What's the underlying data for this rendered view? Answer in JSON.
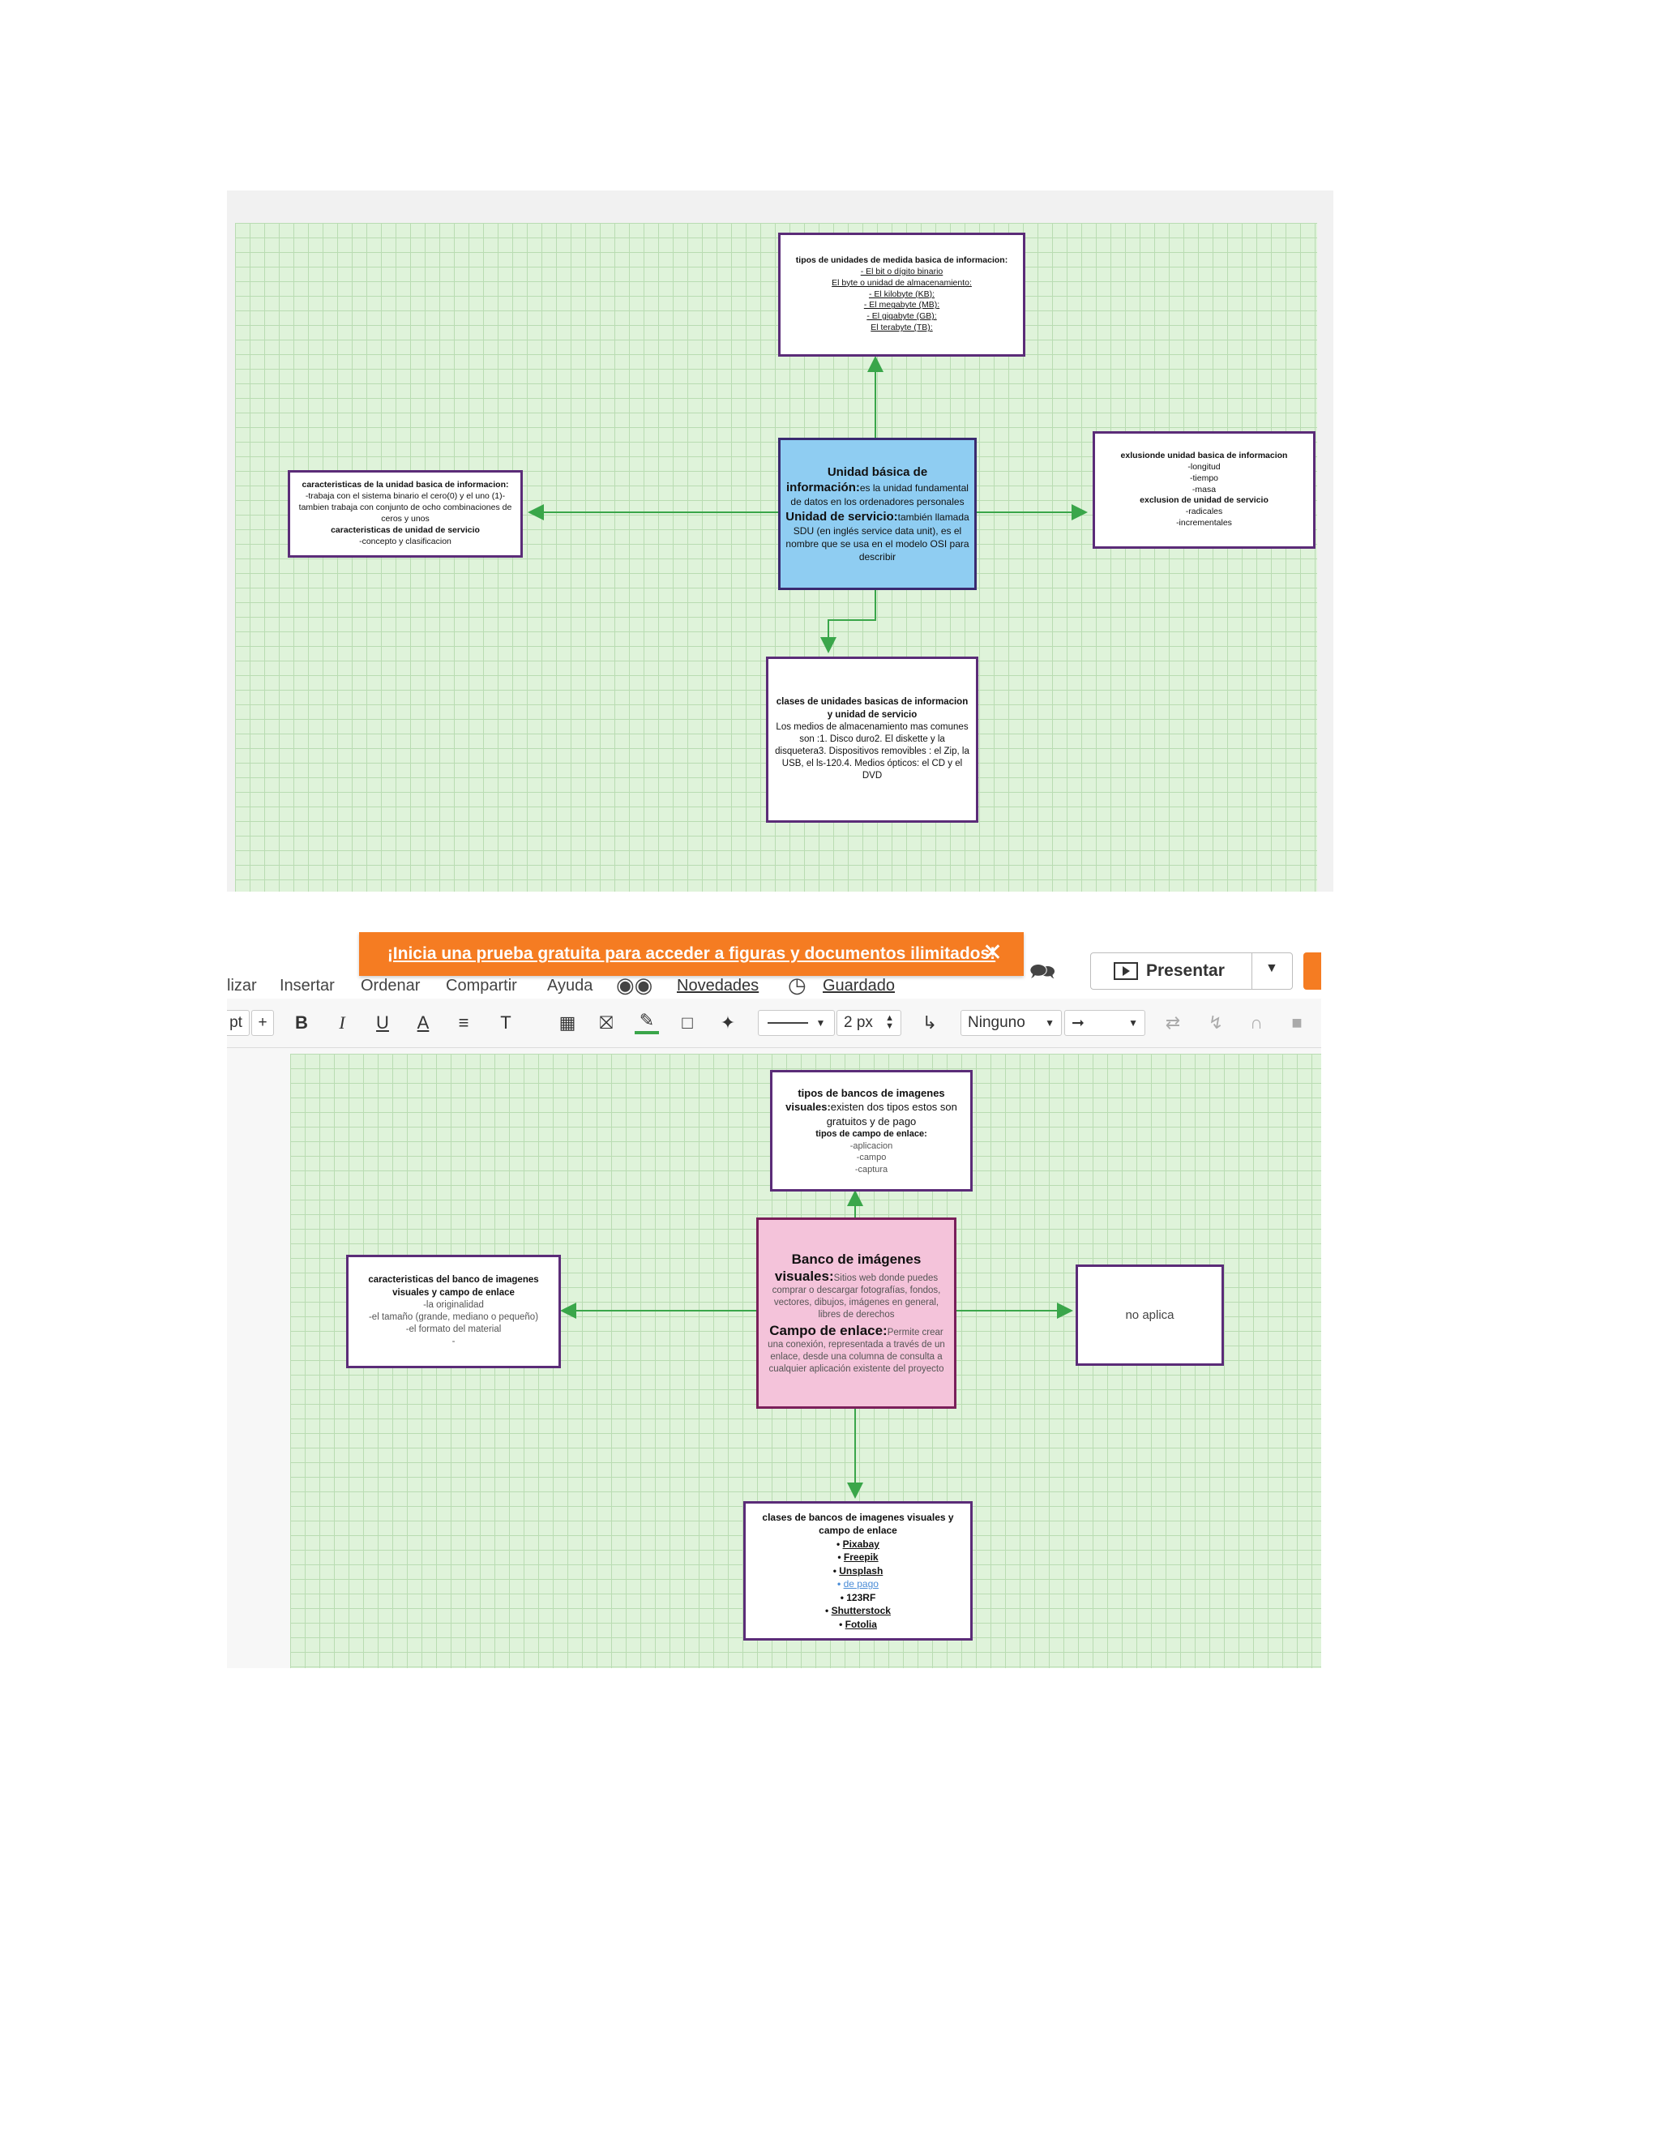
{
  "diagram1": {
    "top": {
      "title": "tipos de unidades de medida basica de informacion:",
      "lines": [
        "- El bit o dígito binario",
        "El byte o unidad de almacenamiento:",
        "- El kilobyte (KB):",
        "- El megabyte (MB):",
        "- El gigabyte (GB):",
        "El terabyte (TB):"
      ]
    },
    "center": {
      "t1": "Unidad básica de información:",
      "d1": "es la unidad fundamental de datos en los ordenadores personales",
      "t2": "Unidad de servicio:",
      "d2": "también llamada SDU (en inglés service data unit), es el nombre que se usa en el modelo OSI para describir"
    },
    "left": {
      "title": "caracteristicas de la unidad basica de informacion:",
      "text": "-trabaja con el sistema binario el cero(0) y el uno (1)-tambien trabaja con conjunto de ocho combinaciones de ceros y unos",
      "title2": "caracteristicas de unidad de servicio",
      "text2": "-concepto y clasificacion"
    },
    "right": {
      "title": "exlusionde unidad basica de informacion",
      "lines": [
        "-longitud",
        "-tiempo",
        "-masa"
      ],
      "title2": "exclusion de unidad de servicio",
      "lines2": [
        "-radicales",
        "-incrementales"
      ]
    },
    "bottom": {
      "title": "clases de unidades basicas de informacion y unidad de servicio",
      "text": "Los medios de almacenamiento mas comunes son :1. Disco duro2.  El diskette  y la disquetera3. Dispositivos removibles : el Zip, la USB, el ls-120.4. Medios ópticos: el CD y el DVD"
    }
  },
  "app": {
    "banner": "¡Inicia una prueba gratuita para acceder a figuras y documentos ilimitados!",
    "banner_close": "✕",
    "menu": [
      "lizar",
      "Insertar",
      "Ordenar",
      "Compartir",
      "Ayuda"
    ],
    "news": "Novedades",
    "saved": "Guardado",
    "present": "Presentar",
    "toolbar": {
      "pt": "pt",
      "plus": "+",
      "bold": "B",
      "italic": "I",
      "underline": "U",
      "font_color": "A",
      "align": "≡",
      "text_size": "T",
      "stroke_width": "2 px",
      "endpoint": "Ninguno"
    }
  },
  "diagram2": {
    "top": {
      "t1": "tipos de bancos de imagenes visuales:",
      "d1": "existen dos tipos estos son gratuitos y de pago",
      "t2": "tipos de campo de enlace:",
      "lines": [
        "-aplicacion",
        "-campo",
        "-captura"
      ]
    },
    "center": {
      "t1": "Banco de imágenes visuales:",
      "d1": "Sitios web donde puedes comprar o descargar fotografías, fondos, vectores, dibujos, imágenes en general, libres de derechos",
      "t2": "Campo de enlace:",
      "d2": "Permite crear una conexión, representada a través de un enlace, desde una columna de consulta a cualquier aplicación existente del proyecto"
    },
    "left": {
      "title": "caracteristicas del banco de imagenes visuales y campo de enlace",
      "lines": [
        "-la originalidad",
        "-el tamaño (grande, mediano o pequeño)",
        "-el formato del material",
        "-"
      ]
    },
    "right": {
      "text": "no aplica"
    },
    "bottom": {
      "title": "clases de bancos de imagenes visuales y campo de enlace",
      "items": [
        "Pixabay",
        "Freepik",
        "Unsplash",
        "de pago",
        "123RF",
        "Shutterstock",
        "Fotolia"
      ]
    }
  }
}
